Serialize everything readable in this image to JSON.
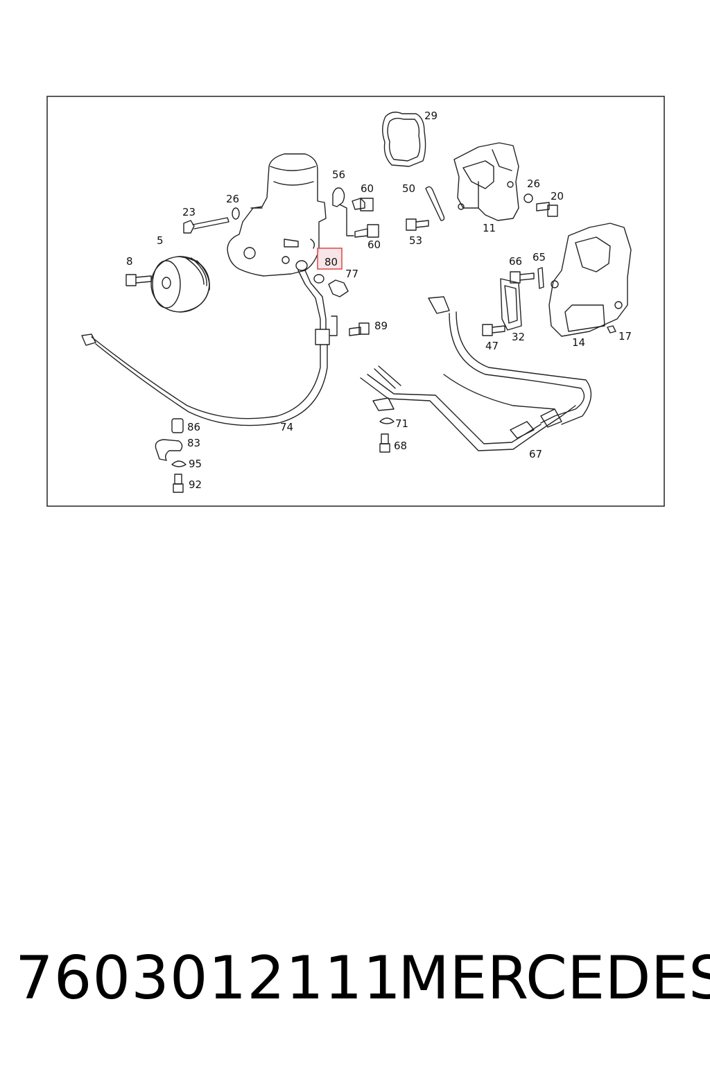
{
  "diagram": {
    "highlight_color": "#d9534f",
    "labels": {
      "l5": "5",
      "l8": "8",
      "l23": "23",
      "l26a": "26",
      "l56": "56",
      "l60a": "60",
      "l60b": "60",
      "l80": "80",
      "l77": "77",
      "l89": "89",
      "l29": "29",
      "l50": "50",
      "l53": "53",
      "l11": "11",
      "l26b": "26",
      "l20": "20",
      "l66": "66",
      "l65": "65",
      "l32": "32",
      "l47": "47",
      "l14": "14",
      "l17": "17",
      "l74": "74",
      "l86": "86",
      "l83": "83",
      "l95": "95",
      "l92": "92",
      "l71": "71",
      "l68": "68",
      "l67": "67"
    }
  },
  "footer": {
    "part_number": "7603012111",
    "brand": "MERCEDES"
  }
}
